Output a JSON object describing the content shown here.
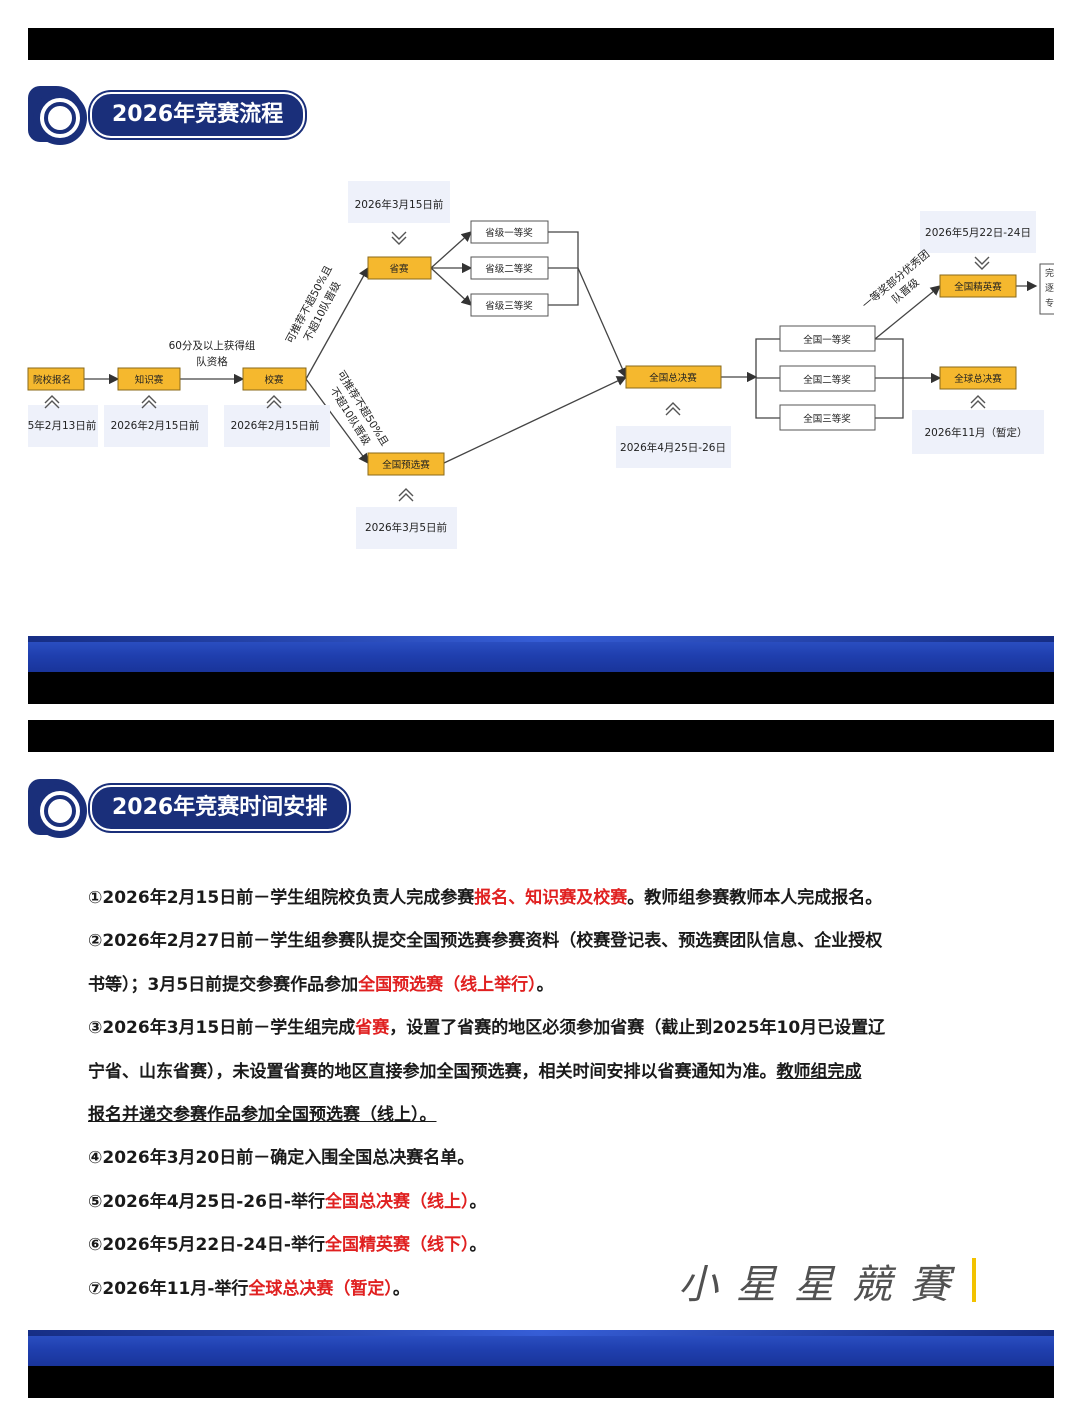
{
  "section1": {
    "title": "2026年竞赛流程"
  },
  "section2": {
    "title": "2026年竞赛时间安排"
  },
  "flow": {
    "nodes": {
      "campus_signup": "院校报名",
      "knowledge": "知识赛",
      "school": "校赛",
      "province": "省赛",
      "prov1": "省级一等奖",
      "prov2": "省级二等奖",
      "prov3": "省级三等奖",
      "national_pre": "全国预选赛",
      "national_final": "全国总决赛",
      "nat1": "全国一等奖",
      "nat2": "全国二等奖",
      "nat3": "全国三等奖",
      "elite": "全国精英赛",
      "global": "全球总决赛"
    },
    "dates": {
      "campus_signup": "5年2月13日前",
      "knowledge": "2026年2月15日前",
      "school": "2026年2月15日前",
      "province": "2026年3月15日前",
      "national_pre": "2026年3月5日前",
      "national_final": "2026年4月25日-26日",
      "elite": "2026年5月22日-24日",
      "global": "2026年11月（暂定）"
    },
    "notes": {
      "qualify_line1": "60分及以上获得组",
      "qualify_line2": "队资格",
      "up_line1": "可推荐不超50%且",
      "up_line2": "不超10队晋级",
      "down_line1": "可推荐不超50%且",
      "down_line2": "不超10队晋级",
      "elite_line1": "一等奖部分优秀团",
      "elite_line2": "队晋级",
      "cut1": "完",
      "cut2": "逐",
      "cut3": "专"
    }
  },
  "schedule": {
    "item1": {
      "a": "①2026年2月15日前－学生组院校负责人完成参赛",
      "b": "报名、知识赛及校赛",
      "c": "。教师组参赛教师本人完成报名。"
    },
    "item2_line1": "②2026年2月27日前－学生组参赛队提交全国预选赛参赛资料（校赛登记表、预选赛团队信息、企业授权",
    "item2_line2": {
      "a": "书等）；3月5日前提交参赛作品参加",
      "b": "全国预选赛（线上举行）",
      "c": "。"
    },
    "item3_line1": {
      "a": "③2026年3月15日前－学生组完成",
      "b": "省赛",
      "c": "，设置了省赛的地区必须参加省赛（截止到2025年10月已设置辽"
    },
    "item3_line2": {
      "a": "宁省、山东省赛），未设置省赛的地区直接参加全国预选赛，相关时间安排以省赛通知为准。",
      "b": "教师组完成"
    },
    "item3_line3": "报名并递交参赛作品参加全国预选赛（线上）。",
    "item4": "④2026年3月20日前－确定入围全国总决赛名单。",
    "item5": {
      "a": "⑤2026年4月25日-26日-举行",
      "b": "全国总决赛（线上）",
      "c": "。"
    },
    "item6": {
      "a": "⑥2026年5月22日-24日-举行",
      "b": "全国精英赛（线下）",
      "c": "。"
    },
    "item7": {
      "a": "⑦2026年11月-举行",
      "b": "全球总决赛（暂定）",
      "c": "。"
    }
  },
  "watermark": "小星星競賽",
  "colors": {
    "navy": "#1a2f7a",
    "node_fill": "#f5b82e",
    "accent_red": "#e02020",
    "band_blue": "#1f3fae"
  }
}
